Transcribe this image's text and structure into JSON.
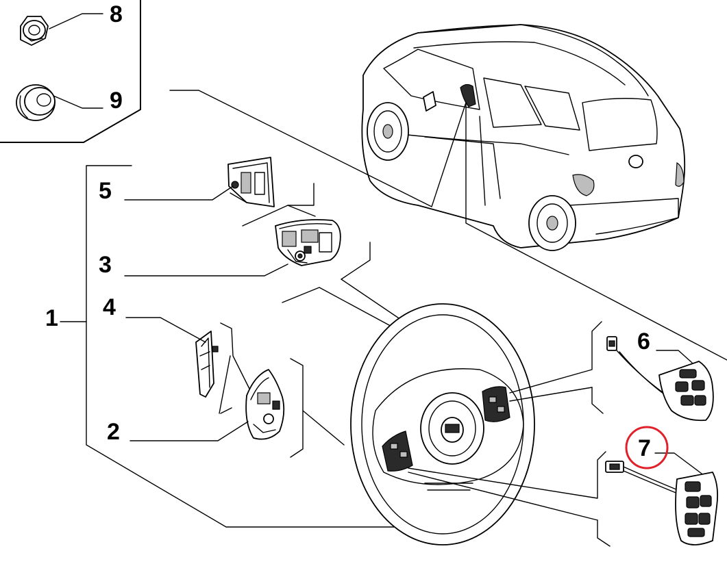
{
  "callouts": {
    "c1": "1",
    "c2": "2",
    "c3": "3",
    "c4": "4",
    "c5": "5",
    "c6": "6",
    "c7": "7",
    "c8": "8",
    "c9": "9"
  },
  "highlight_color": "#e0202a",
  "highlighted_callout": "7"
}
